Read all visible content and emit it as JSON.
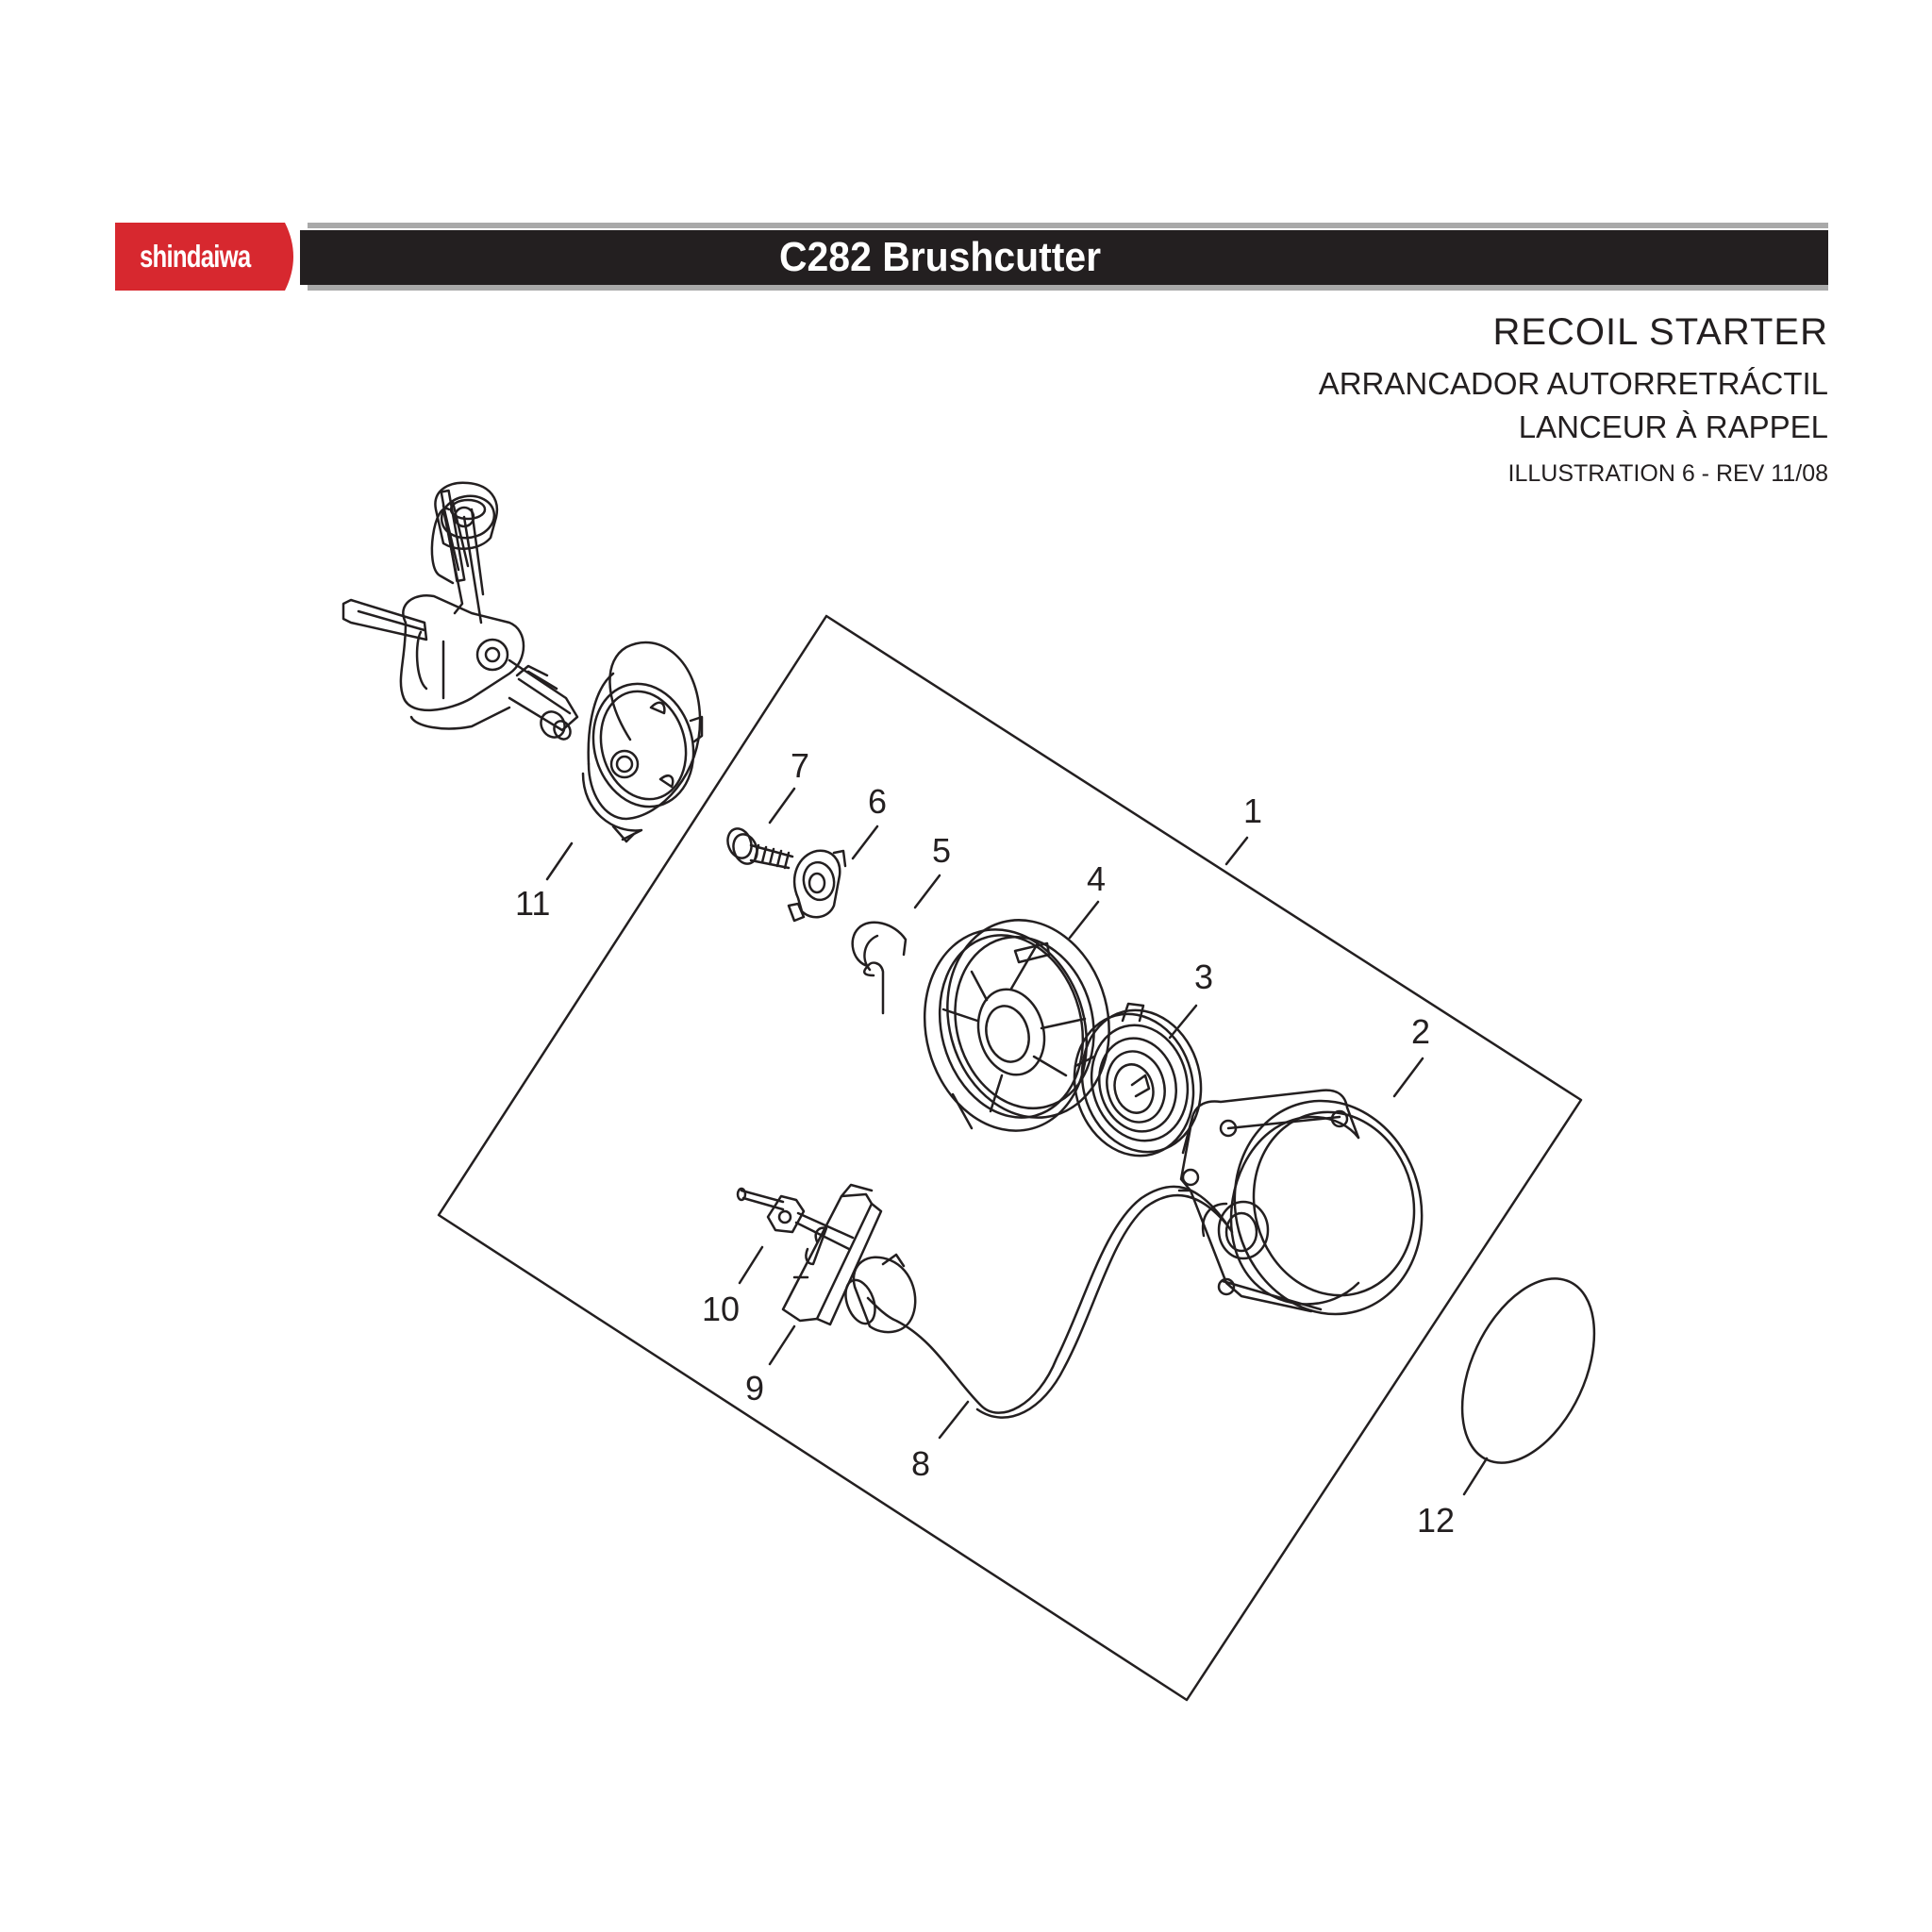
{
  "header": {
    "brand": "shindaiwa",
    "title": "C282 Brushcutter",
    "colors": {
      "brand_red": "#d7282f",
      "bar_black": "#231f20",
      "bar_grey": "#a9a9a9"
    }
  },
  "section": {
    "title_en": "RECOIL STARTER",
    "title_es": "ARRANCADOR AUTORRETRÁCTIL",
    "title_fr": "LANCEUR À RAPPEL",
    "illustration": "ILLUSTRATION 6 - REV 11/08"
  },
  "callouts": [
    "1",
    "2",
    "3",
    "4",
    "5",
    "6",
    "7",
    "8",
    "9",
    "10",
    "11",
    "12"
  ]
}
